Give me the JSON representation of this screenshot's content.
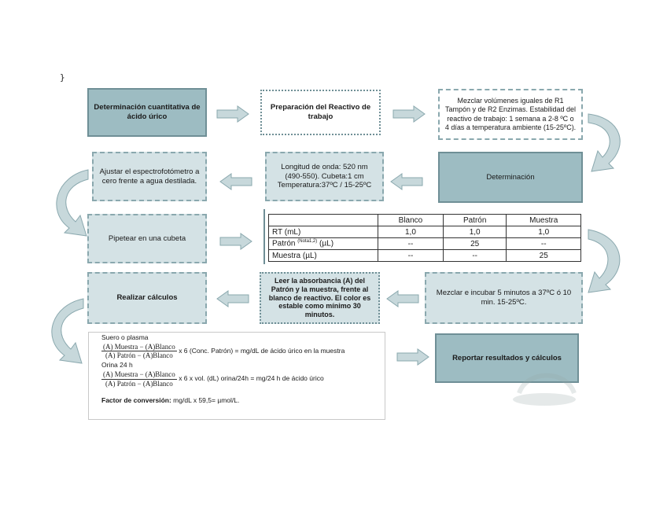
{
  "brace": "}",
  "boxes": {
    "b1": "Determinación cuantitativa de ácido úrico",
    "b2": "Preparación del Reactivo de trabajo",
    "b3": "Mezclar volúmenes iguales de R1 Tampón y de R2 Enzimas. Estabilidad del reactivo de trabajo: 1 semana a 2-8 ºC o 4 días a temperatura ambiente (15-25ºC).",
    "b4": "Determinación",
    "b5": "Longitud de onda: 520 nm (490-550). Cubeta:1 cm Temperatura:37ºC / 15-25ºC",
    "b6": "Ajustar el espectrofotómetro a cero frente a agua destilada.",
    "b7": "Pipetear en una cubeta",
    "b8": "Mezclar e incubar 5 minutos a 37ºC ó 10 min. 15-25ºC.",
    "b9": "Leer la absorbancia (A) del Patrón y la muestra, frente al blanco de reactivo. El color es estable como mínimo 30 minutos.",
    "b10": "Realizar cálculos",
    "b11": "Reportar resultados y cálculos"
  },
  "table": {
    "headers": [
      "",
      "Blanco",
      "Patrón",
      "Muestra"
    ],
    "rows": [
      {
        "label": "RT (mL)",
        "sup": "",
        "unit": "",
        "values": [
          "1,0",
          "1,0",
          "1,0"
        ]
      },
      {
        "label": "Patrón ",
        "sup": "(Nota1,2)",
        "unit": " (µL)",
        "values": [
          "--",
          "25",
          "--"
        ]
      },
      {
        "label": "Muestra (µL)",
        "sup": "",
        "unit": "",
        "values": [
          "--",
          "--",
          "25"
        ]
      }
    ]
  },
  "calc": {
    "serum_title": "Suero o plasma",
    "num": "(A) Muestra − (A)Blanco",
    "den": "(A) Patrón − (A)Blanco",
    "serum_tail": "x 6 (Conc. Patrón) = mg/dL de ácido úrico en la muestra",
    "urine_title": "Orina 24 h",
    "urine_tail": "x 6 x vol. (dL) orina/24h = mg/24 h de ácido úrico",
    "factor_label": "Factor de conversión:",
    "factor_text": " mg/dL x 59,5= µmol/L."
  },
  "colors": {
    "dark_fill": "#9dbcc2",
    "light_fill": "#d4e2e5",
    "border": "#6f8f96",
    "arrow_fill": "#c7d8db",
    "arrow_stroke": "#8aa8ae"
  }
}
